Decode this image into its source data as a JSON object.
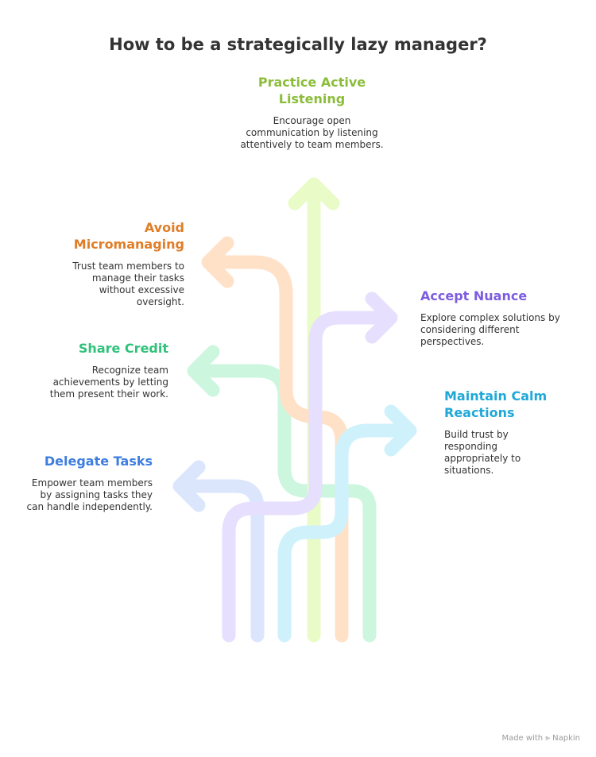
{
  "title": "How to be a strategically lazy manager?",
  "items": [
    {
      "key": "listening",
      "title": "Practice Active Listening",
      "description": "Encourage open communication by listening attentively to team members.",
      "color": "#8bbd3a",
      "arrow_color": "#e9fbc7"
    },
    {
      "key": "micromanaging",
      "title": "Avoid Micromanaging",
      "description": "Trust team members to manage their tasks without excessive oversight.",
      "color": "#e07d26",
      "arrow_color": "#ffe1c8"
    },
    {
      "key": "nuance",
      "title": "Accept Nuance",
      "description": "Explore complex solutions by considering different perspectives.",
      "color": "#7c5ce0",
      "arrow_color": "#e6dffd"
    },
    {
      "key": "credit",
      "title": "Share Credit",
      "description": "Recognize team achievements by letting them present their work.",
      "color": "#2fc27a",
      "arrow_color": "#cdf6df"
    },
    {
      "key": "calm",
      "title": "Maintain Calm Reactions",
      "description": "Build trust by responding appropriately to situations.",
      "color": "#1fa8d8",
      "arrow_color": "#cff1fb"
    },
    {
      "key": "delegate",
      "title": "Delegate Tasks",
      "description": "Empower team members by assigning tasks they can handle independently.",
      "color": "#3d7ee0",
      "arrow_color": "#dbe6fd"
    }
  ],
  "footer": {
    "prefix": "Made with",
    "brand": "Napkin",
    "icon": "napkin-logo-icon"
  }
}
